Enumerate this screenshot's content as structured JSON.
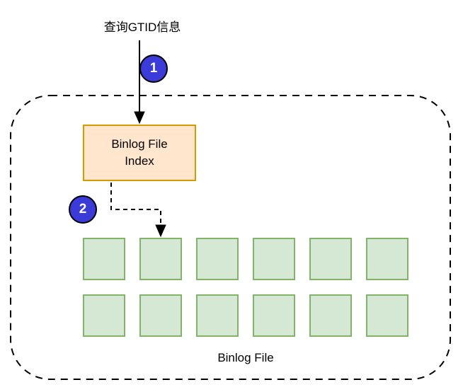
{
  "diagram": {
    "title": "查询GTID信息",
    "steps": [
      {
        "number": "1"
      },
      {
        "number": "2"
      }
    ],
    "index_box": {
      "label": "Binlog File Index",
      "line1": "Binlog File",
      "line2": "Index"
    },
    "container_label": "Binlog File",
    "grid": {
      "rows": 2,
      "cols": 6
    },
    "icons": {
      "arrow_down": "arrow-down-icon",
      "dashed_arrow": "dashed-arrow-icon"
    },
    "colors": {
      "line": "#000000",
      "badge_fill": "#3b3bd9",
      "badge_border": "#000000",
      "badge_text": "#ffffff",
      "index_fill": "#ffe6cc",
      "index_border": "#d79b00",
      "square_fill": "#d5e8d4",
      "square_border": "#82b366",
      "background": "#ffffff"
    }
  }
}
